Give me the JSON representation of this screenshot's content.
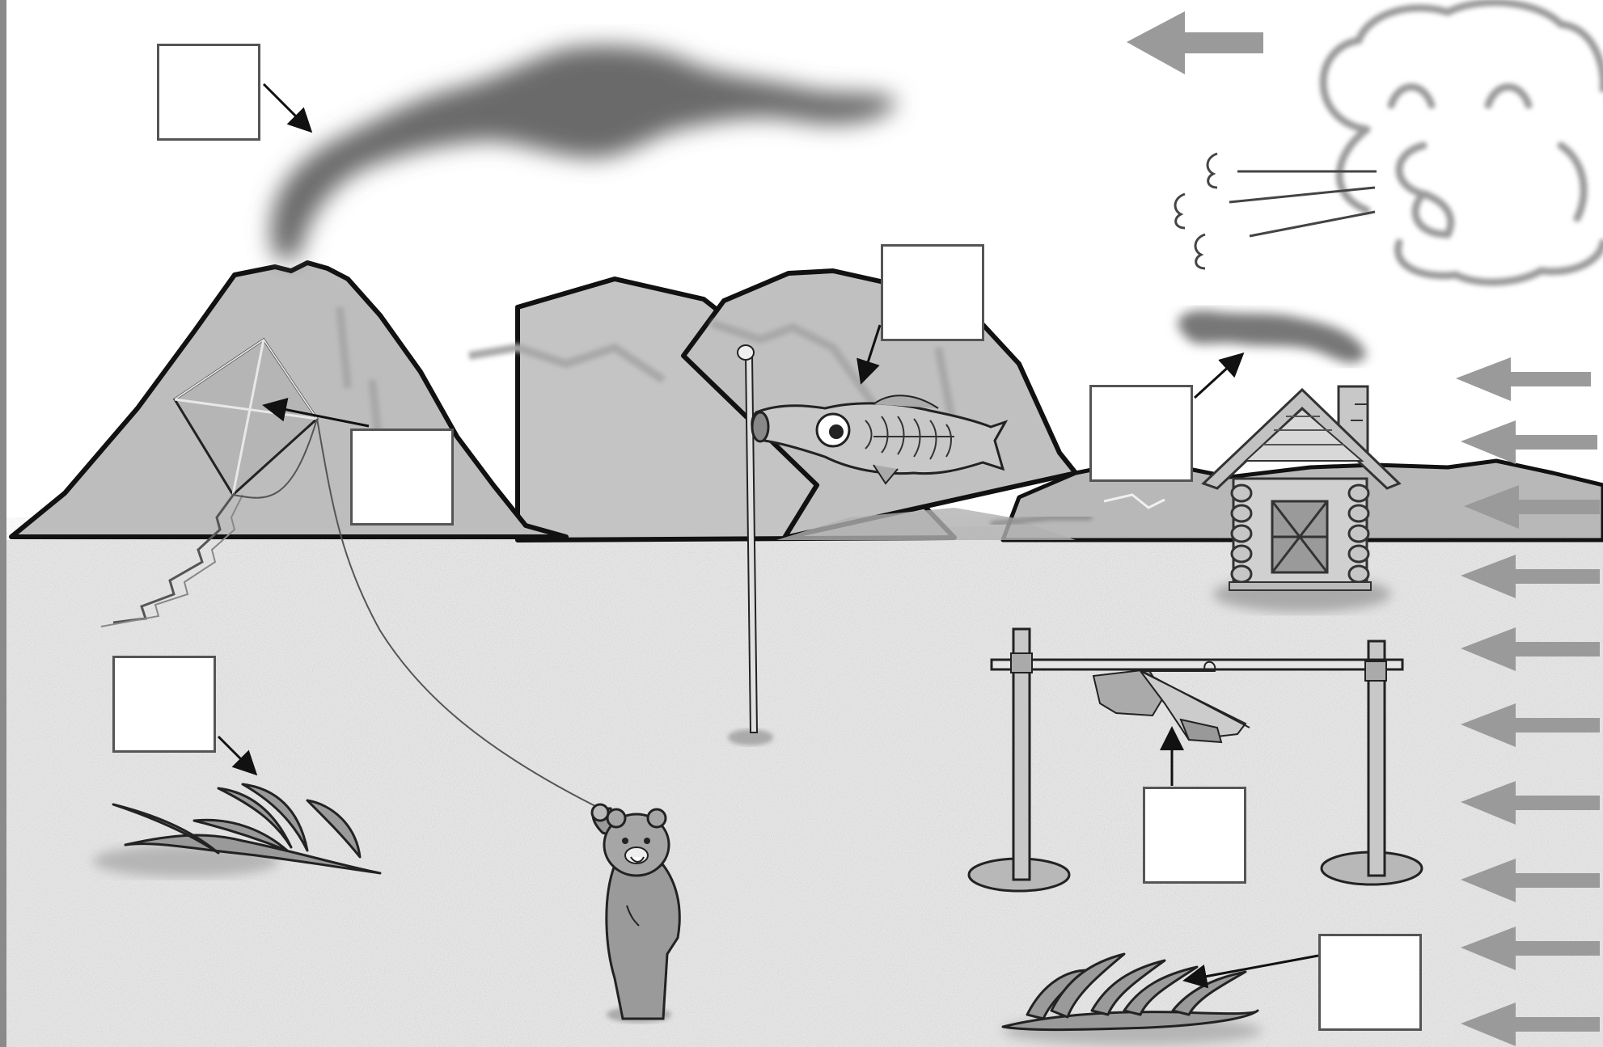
{
  "figure": {
    "answer_box_count": 7,
    "answer_boxes": [
      {
        "id": "smoke",
        "points_to": "volcano-smoke"
      },
      {
        "id": "kite",
        "points_to": "kite"
      },
      {
        "id": "flag",
        "points_to": "carp-streamer"
      },
      {
        "id": "chimney",
        "points_to": "chimney-smoke"
      },
      {
        "id": "grass-left",
        "points_to": "bent-grass-left"
      },
      {
        "id": "laundry",
        "points_to": "hanging-laundry"
      },
      {
        "id": "grass-right",
        "points_to": "bent-grass-right"
      }
    ],
    "wind_direction": "right-to-left",
    "colors": {
      "ground": "#e8e8e8",
      "mountain": "#bdbdbd",
      "smoke": "#6e6e6e",
      "arrow": "#9a9a9a",
      "outline": "#111111",
      "box_border": "#555555"
    }
  }
}
